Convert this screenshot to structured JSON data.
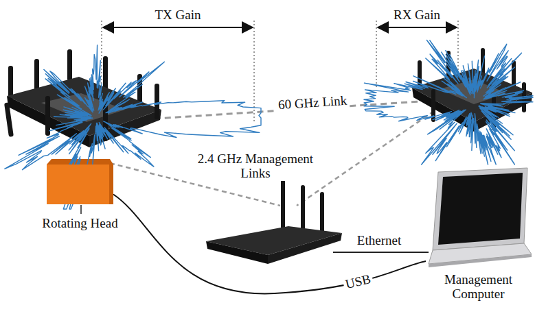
{
  "diagram": {
    "nodes": [
      {
        "text": [
          "Rotating Head"
        ]
      },
      {
        "text": [
          "Management Computer"
        ]
      }
    ],
    "edges": [
      {
        "from": 0,
        "to": 1,
        "arrow": "none",
        "label": "USB"
      }
    ],
    "labels": [
      "TX Gain",
      "RX Gain",
      "60 GHz Link",
      "2.4 GHz Management Links",
      "Ethernet"
    ]
  }
}
